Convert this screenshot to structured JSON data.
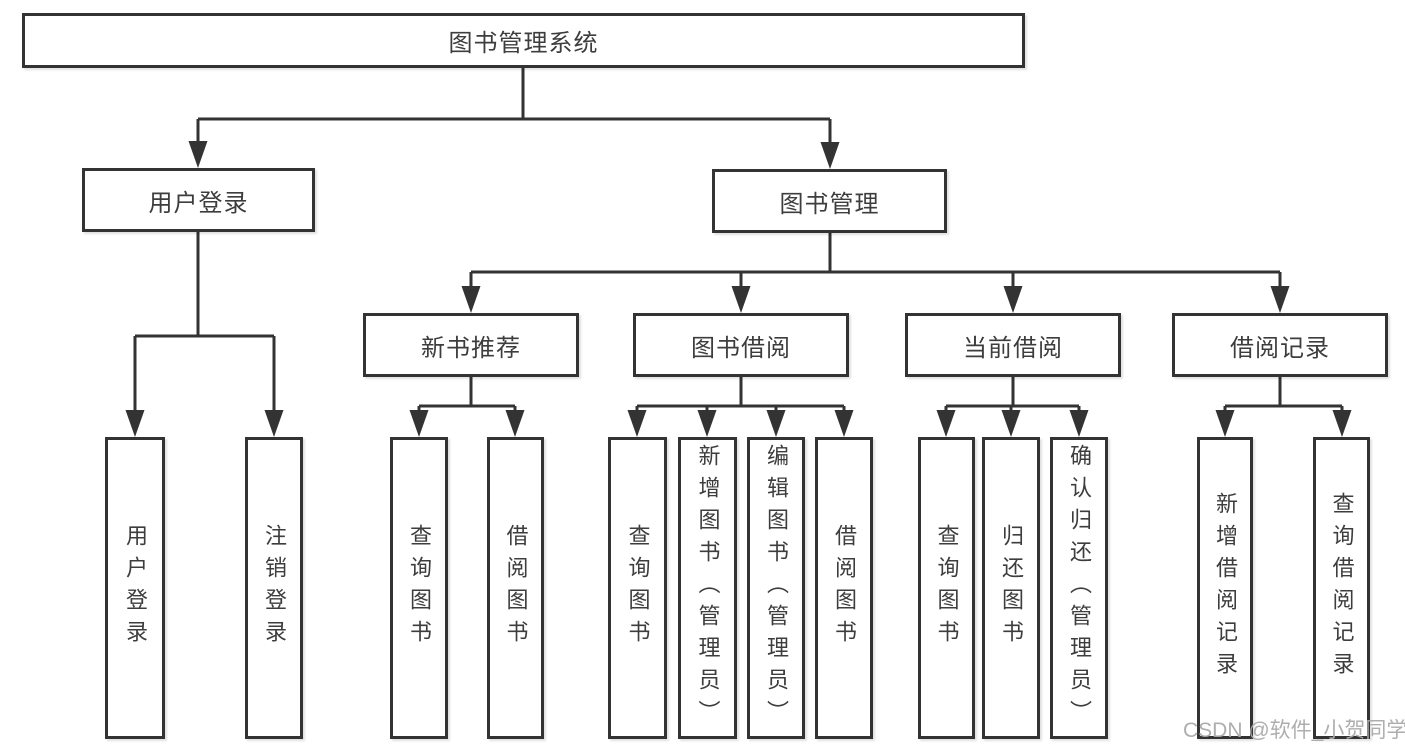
{
  "colors": {
    "background": "#ffffff",
    "box_border": "#333333",
    "box_fill": "#ffffff",
    "text": "#3d3d3d",
    "connector": "#333333",
    "watermark": "#aaaaaa"
  },
  "diagram": {
    "root": "图书管理系统",
    "level2": {
      "user_login": "用户登录",
      "book_management": "图书管理"
    },
    "level3": {
      "new_book_recommendation": "新书推荐",
      "book_borrowing": "图书借阅",
      "current_borrowing": "当前借阅",
      "borrowing_records": "借阅记录"
    },
    "leaves": {
      "user_login": "用户登录",
      "logout": "注销登录",
      "rec_query_books": "查询图书",
      "rec_borrow_books": "借阅图书",
      "bb_query_books": "查询图书",
      "bb_add_books_admin": "新增图书（管理员）",
      "bb_edit_books_admin": "编辑图书（管理员）",
      "bb_borrow_books": "借阅图书",
      "cb_query_books": "查询图书",
      "cb_return_books": "归还图书",
      "cb_confirm_return_admin": "确认归还（管理员）",
      "br_add_record": "新增借阅记录",
      "br_query_record": "查询借阅记录"
    }
  },
  "watermark": {
    "text": "CSDN @软件_小贺同学"
  }
}
